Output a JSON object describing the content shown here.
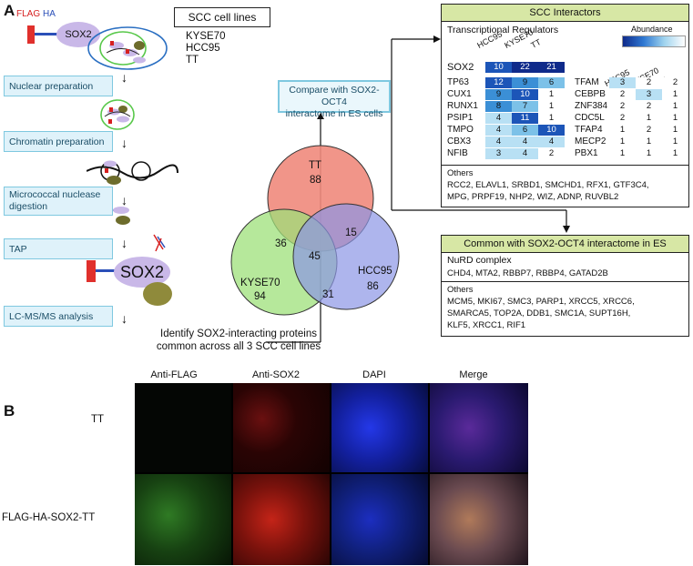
{
  "panel_a_letter": "A",
  "panel_b_letter": "B",
  "construct": {
    "flag": "FLAG",
    "ha": "HA",
    "sox2": "SOX2"
  },
  "cell_lines": {
    "title": "SCC cell lines",
    "lines": [
      "KYSE70",
      "HCC95",
      "TT"
    ]
  },
  "steps": [
    "Nuclear preparation",
    "Chromatin preparation",
    "Micrococcal nuclease digestion",
    "TAP",
    "LC-MS/MS analysis"
  ],
  "tap_sox2": "SOX2",
  "identify_text": [
    "Identify SOX2-interacting proteins",
    "common across all 3 SCC cell lines"
  ],
  "compare_box": [
    "Compare with SOX2-OCT4",
    "interactome in ES cells"
  ],
  "venn": {
    "sets": [
      {
        "name": "TT",
        "only": "88",
        "color": "#f08a7c"
      },
      {
        "name": "KYSE70",
        "only": "94",
        "color": "#9ee07a"
      },
      {
        "name": "HCC95",
        "only": "86",
        "color": "#8c95e6"
      }
    ],
    "overlaps": {
      "tt_kyse": "36",
      "tt_hcc": "15",
      "kyse_hcc": "31",
      "all": "45"
    }
  },
  "interactors": {
    "title": "SCC Interactors",
    "subtitle": "Transcriptional Regulators",
    "abundance_label": "Abundance",
    "columns": [
      "HCC95",
      "KYSE70",
      "TT"
    ],
    "sox2": {
      "gene": "SOX2",
      "values": [
        "10",
        "22",
        "21"
      ]
    },
    "left_rows": [
      {
        "gene": "TP63",
        "values": [
          "12",
          "9",
          "6"
        ]
      },
      {
        "gene": "CUX1",
        "values": [
          "9",
          "10",
          "1"
        ]
      },
      {
        "gene": "RUNX1",
        "values": [
          "8",
          "7",
          "1"
        ]
      },
      {
        "gene": "PSIP1",
        "values": [
          "4",
          "11",
          "1"
        ]
      },
      {
        "gene": "TMPO",
        "values": [
          "4",
          "6",
          "10"
        ]
      },
      {
        "gene": "CBX3",
        "values": [
          "4",
          "4",
          "4"
        ]
      },
      {
        "gene": "NFIB",
        "values": [
          "3",
          "4",
          "2"
        ]
      }
    ],
    "right_rows": [
      {
        "gene": "TFAM",
        "values": [
          "3",
          "2",
          "2"
        ]
      },
      {
        "gene": "CEBPB",
        "values": [
          "2",
          "3",
          "1"
        ]
      },
      {
        "gene": "ZNF384",
        "values": [
          "2",
          "2",
          "1"
        ]
      },
      {
        "gene": "CDC5L",
        "values": [
          "2",
          "1",
          "1"
        ]
      },
      {
        "gene": "TFAP4",
        "values": [
          "1",
          "2",
          "1"
        ]
      },
      {
        "gene": "MECP2",
        "values": [
          "1",
          "1",
          "1"
        ]
      },
      {
        "gene": "PBX1",
        "values": [
          "1",
          "1",
          "1"
        ]
      }
    ],
    "others_title": "Others",
    "others_lines": [
      "RCC2, ELAVL1, SRBD1, SMCHD1, RFX1, GTF3C4,",
      "MPG, PRPF19, NHP2, WIZ, ADNP, RUVBL2"
    ]
  },
  "common": {
    "title": "Common with SOX2-OCT4 interactome in ES",
    "nurd_title": "NuRD complex",
    "nurd_members": "CHD4, MTA2, RBBP7, RBBP4, GATAD2B",
    "others_title": "Others",
    "others_lines": [
      "MCM5, MKI67, SMC3, PARP1, XRCC5, XRCC6,",
      "SMARCA5, TOP2A, DDB1, SMC1A, SUPT16H,",
      "KLF5, XRCC1, RIF1"
    ]
  },
  "microscopy": {
    "columns": [
      "Anti-FLAG",
      "Anti-SOX2",
      "DAPI",
      "Merge"
    ],
    "rows": [
      "TT",
      "FLAG-HA-SOX2-TT"
    ]
  }
}
